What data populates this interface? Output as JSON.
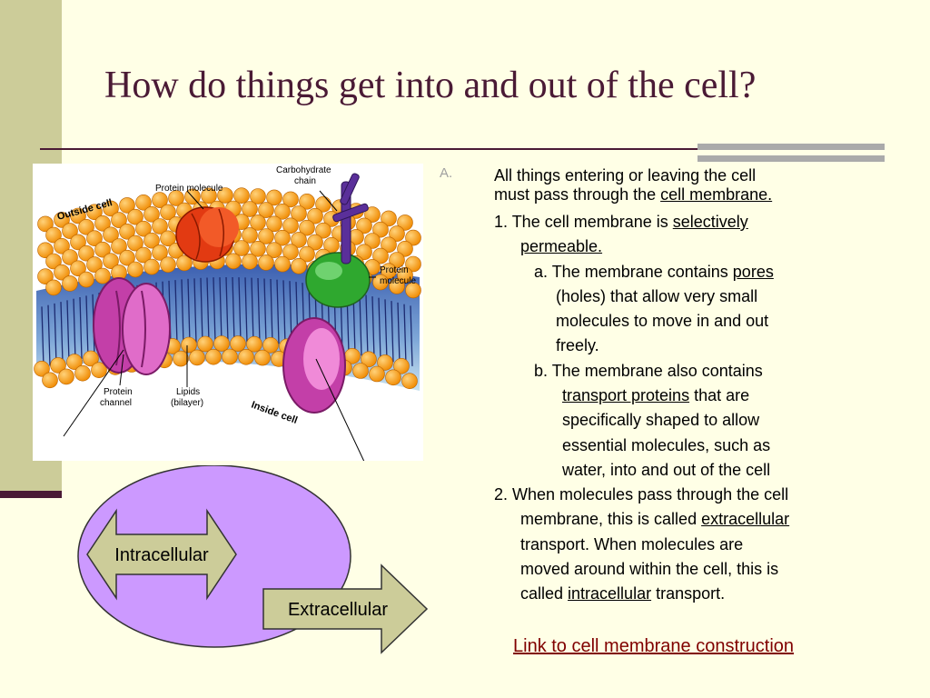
{
  "slide": {
    "title": "How do things get into and out of the cell?",
    "colors": {
      "title": "#4A1A35",
      "sidebar": "#CCCC99",
      "background": "#FFFFE6",
      "link": "#800000"
    }
  },
  "diagram": {
    "labels": {
      "outside": "Outside cell",
      "inside": "Inside cell",
      "protein_molecule_top": "Protein molecule",
      "carbohydrate_line1": "Carbohydrate",
      "carbohydrate_line2": "chain",
      "protein_molecule_right_line1": "Protein",
      "protein_molecule_right_line2": "molecule",
      "protein_channel_line1": "Protein",
      "protein_channel_line2": "channel",
      "lipids_line1": "Lipids",
      "lipids_line2": "(bilayer)"
    }
  },
  "venn": {
    "intracellular": "Intracellular",
    "extracellular": "Extracellular"
  },
  "content": {
    "marker": "A.",
    "a_line1": "All things entering or leaving the cell",
    "a_line2_pre": "must pass through the ",
    "a_line2_u": "cell membrane.",
    "p1_pre": "1.  The cell membrane is ",
    "p1_u1": "selectively",
    "p1_u2": "permeable.",
    "pa_pre": "a.  The membrane contains ",
    "pa_u": "pores",
    "pa_l2": "(holes) that allow very small",
    "pa_l3": "molecules to move in and out",
    "pa_l4": "freely.",
    "pb_l1": "b.  The membrane also contains",
    "pb_u": "transport proteins",
    "pb_post": " that are",
    "pb_l3": "specifically shaped to allow",
    "pb_l4": "essential molecules, such as",
    "pb_l5": "water, into and out of the cell",
    "p2_l1": "2.  When molecules pass through the cell",
    "p2_l2_pre": "membrane, this is called ",
    "p2_l2_u": "extracellular",
    "p2_l3": "transport.  When molecules are",
    "p2_l4": "moved around within the cell, this is",
    "p2_l5_pre": "called ",
    "p2_l5_u": "intracellular",
    "p2_l5_post": " transport."
  },
  "link": {
    "label": "Link to cell membrane construction"
  }
}
